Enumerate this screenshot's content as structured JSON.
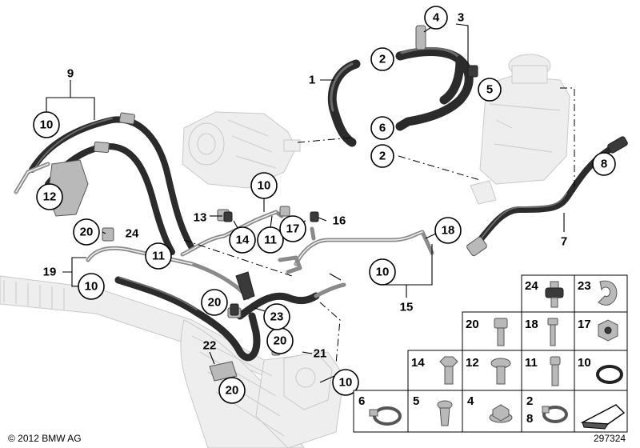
{
  "footer": {
    "copyright": "© 2012 BMW AG",
    "diagram_number": "297324"
  },
  "callouts": {
    "c1": "1",
    "c2a": "2",
    "c2b": "2",
    "c3": "3",
    "c4": "4",
    "c5": "5",
    "c6": "6",
    "c7": "7",
    "c8": "8",
    "c9": "9",
    "c10a": "10",
    "c10b": "10",
    "c10c": "10",
    "c10d": "10",
    "c10e": "10",
    "c11a": "11",
    "c11b": "11",
    "c12": "12",
    "c13": "13",
    "c14": "14",
    "c15": "15",
    "c16": "16",
    "c17": "17",
    "c18": "18",
    "c19": "19",
    "c20a": "20",
    "c20b": "20",
    "c20c": "20",
    "c20d": "20",
    "c21": "21",
    "c22": "22",
    "c23": "23",
    "c24": "24"
  },
  "parts_table": {
    "row1": [
      "24",
      "23"
    ],
    "row2": [
      "20",
      "18",
      "17"
    ],
    "row3": [
      "14",
      "12",
      "11",
      "10"
    ],
    "row4": [
      "6",
      "5",
      "4",
      "2",
      "8"
    ]
  }
}
